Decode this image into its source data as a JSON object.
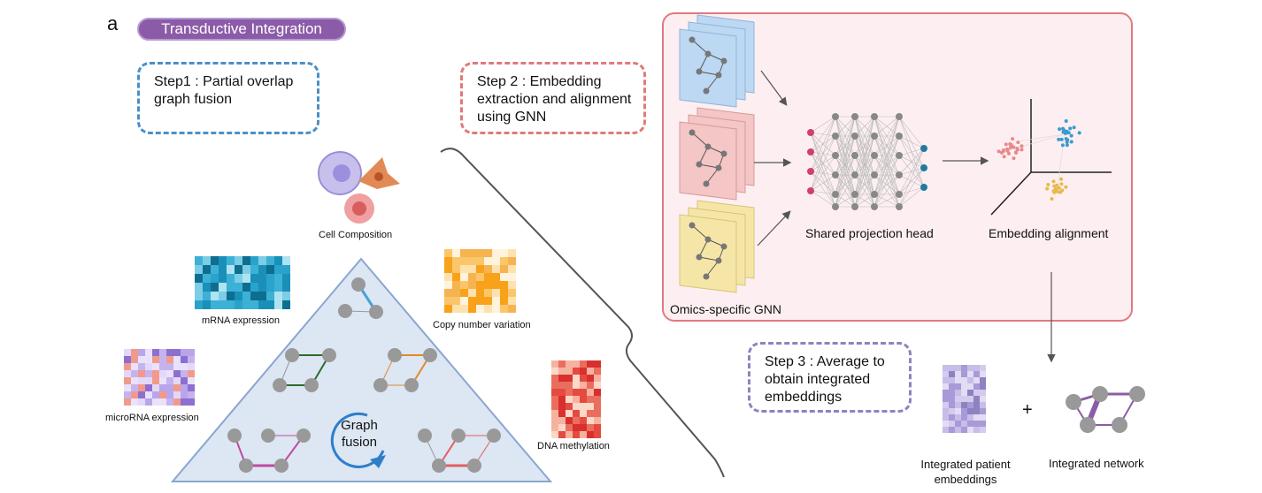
{
  "panel_letter": "a",
  "title": "Transductive Integration",
  "steps": {
    "step1": [
      "Step1 : Partial overlap",
      "graph fusion"
    ],
    "step2": [
      "Step 2 : Embedding",
      "extraction and alignment",
      "using GNN"
    ],
    "step3": [
      "Step 3 : Average to",
      "obtain integrated",
      "embeddings"
    ]
  },
  "labels": {
    "cell_composition": "Cell Composition",
    "mrna": "mRNA expression",
    "copy_number": "Copy number variation",
    "microrna": "microRNA expression",
    "dna_methylation": "DNA methylation",
    "graph_fusion": [
      "Graph",
      "fusion"
    ],
    "omics_gnn": "Omics-specific GNN",
    "shared_head": "Shared projection head",
    "embedding_alignment": "Embedding alignment",
    "integrated_patient": [
      "Integrated  patient",
      "embeddings"
    ],
    "integrated_network": "Integrated  network",
    "plus": "+"
  },
  "colors": {
    "purple": "#8b5ba8",
    "blue": "#4a90c8",
    "red": "#e07a7a",
    "lavender": "#8f82c0",
    "panel_bg": "#fdeff1",
    "triangle_bg": "#dde6f3"
  }
}
